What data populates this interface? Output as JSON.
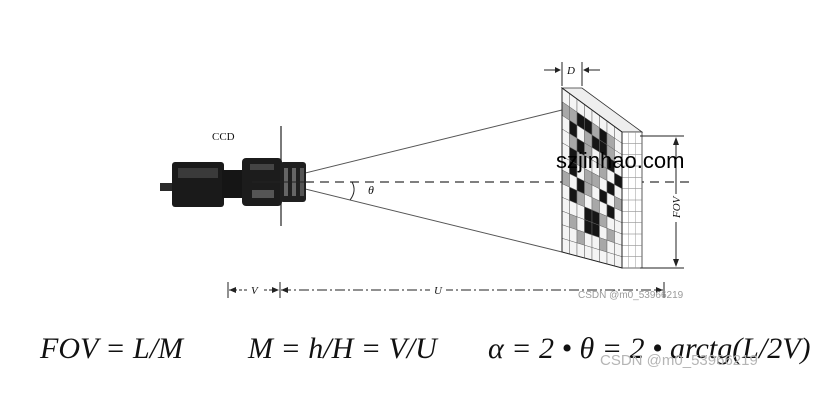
{
  "labels": {
    "camera": "CCD",
    "pixel_size": "D",
    "angle": "θ",
    "fov": "FOV",
    "image_distance": "V",
    "object_distance": "U"
  },
  "watermarks": {
    "site": "szjinhao.com",
    "csdn_top": "CSDN @m0_53966219",
    "csdn_bottom": "CSDN @m0_53966219"
  },
  "formulas": {
    "fov": "FOV = L/M",
    "magnification": "M = h/H = V/U",
    "angle": "α = 2 • θ = 2 • arctg(L/2V)"
  },
  "target_pattern": {
    "columns": 8,
    "rows": 12,
    "dark_cells": [
      [
        1,
        2
      ],
      [
        2,
        1
      ],
      [
        3,
        1
      ],
      [
        5,
        1
      ],
      [
        4,
        2
      ],
      [
        5,
        2
      ],
      [
        2,
        3
      ],
      [
        6,
        3
      ],
      [
        1,
        4
      ],
      [
        7,
        4
      ],
      [
        1,
        5
      ],
      [
        6,
        5
      ],
      [
        2,
        6
      ],
      [
        5,
        6
      ],
      [
        1,
        7
      ],
      [
        6,
        7
      ],
      [
        3,
        8
      ],
      [
        4,
        8
      ],
      [
        3,
        9
      ],
      [
        4,
        9
      ]
    ],
    "gray_cells": [
      [
        0,
        1
      ],
      [
        1,
        1
      ],
      [
        4,
        1
      ],
      [
        6,
        1
      ],
      [
        3,
        2
      ],
      [
        6,
        2
      ],
      [
        1,
        3
      ],
      [
        3,
        3
      ],
      [
        5,
        3
      ],
      [
        2,
        4
      ],
      [
        5,
        4
      ],
      [
        3,
        5
      ],
      [
        4,
        5
      ],
      [
        0,
        6
      ],
      [
        3,
        6
      ],
      [
        7,
        6
      ],
      [
        2,
        7
      ],
      [
        4,
        7
      ],
      [
        5,
        8
      ],
      [
        1,
        9
      ],
      [
        6,
        9
      ],
      [
        2,
        10
      ],
      [
        5,
        10
      ]
    ]
  }
}
